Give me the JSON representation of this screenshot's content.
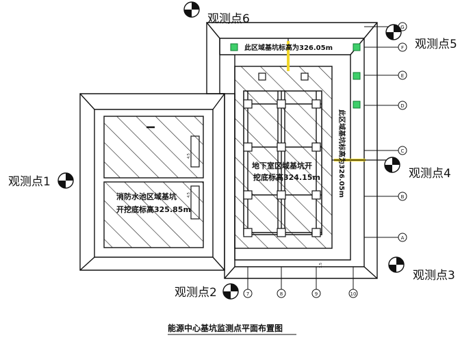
{
  "title": "能源中心基坑监测点平面布置图",
  "monitoring_points": [
    {
      "label": "观测点1"
    },
    {
      "label": "观测点2"
    },
    {
      "label": "观测点3"
    },
    {
      "label": "观测点4"
    },
    {
      "label": "观测点5"
    },
    {
      "label": "观测点6"
    }
  ],
  "annotations": {
    "top_zone": "此区域基坑标高为326.05m",
    "right_zone": "此区域基坑标高为326.05m",
    "center_zone_line1": "地下室区域基坑开",
    "center_zone_line2": "挖底标高324.15m",
    "left_zone_line1": "消防水池区域基坑",
    "left_zone_line2": "开挖底标高325.85m",
    "dim_a": "4.5",
    "dim_b": "4.5",
    "dim_c": "1.5"
  },
  "grid_rows": [
    "G",
    "F",
    "E",
    "D",
    "C",
    "B",
    "A"
  ],
  "grid_cols": [
    "7",
    "8",
    "9",
    "10"
  ]
}
